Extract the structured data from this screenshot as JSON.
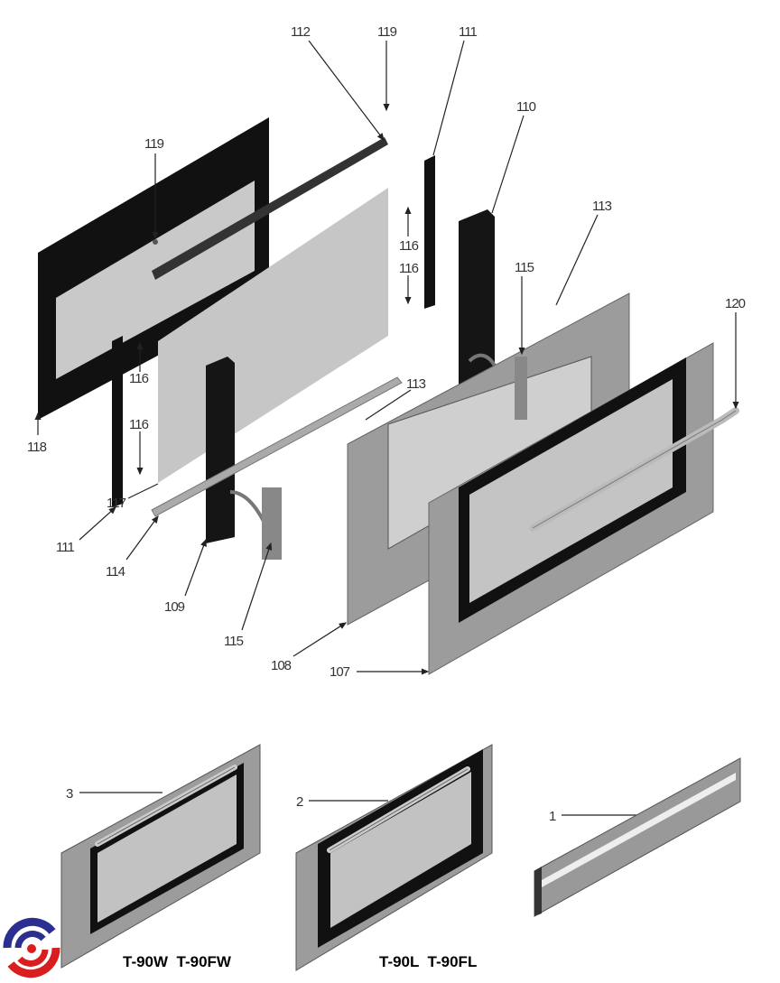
{
  "diagram": {
    "callouts": {
      "c112": "112",
      "c119_top": "119",
      "c111_top": "111",
      "c110": "110",
      "c119_inner": "119",
      "c113_top": "113",
      "c115_top": "115",
      "c120": "120",
      "c116_a": "116",
      "c116_b": "116",
      "c116_c": "116",
      "c116_d": "116",
      "c118": "118",
      "c113_mid": "113",
      "c111_left": "111",
      "c117": "117",
      "c114": "114",
      "c109": "109",
      "c115_bottom": "115",
      "c108": "108",
      "c107": "107",
      "c3": "3",
      "c2": "2",
      "c1": "1"
    },
    "models": {
      "left": "T-90W  T-90FW",
      "right": "T-90L  T-90FL"
    },
    "colors": {
      "panel_gray": "#9a9a9a",
      "glass": "#c8c8c8",
      "frame_black": "#111111",
      "logo_blue": "#2b2f8f",
      "logo_red": "#d81e1e"
    }
  }
}
